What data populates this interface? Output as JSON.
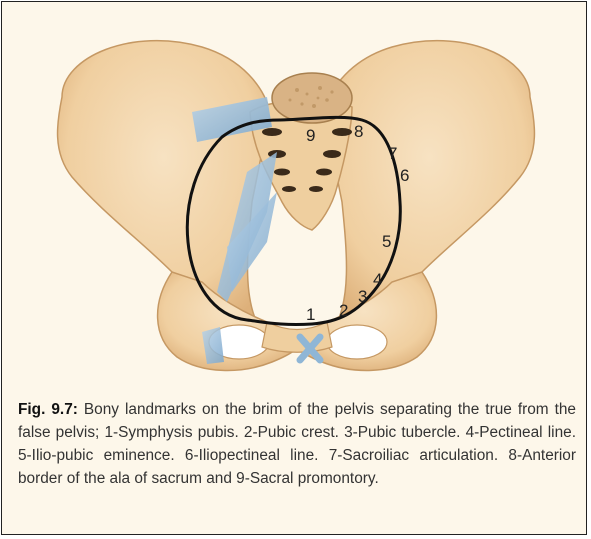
{
  "figure": {
    "caption_label": "Fig. 9.7:",
    "caption_text": " Bony landmarks on the brim of the pelvis separating the true from the false pelvis; 1-Symphysis pubis. 2-Pubic crest. 3-Pubic tubercle. 4-Pectineal line. 5-Ilio-pubic eminence. 6-Iliopectineal line. 7-Sacroiliac articulation. 8-Anterior border of the ala of sacrum and 9-Sacral promontory.",
    "landmark_numbers": [
      "1",
      "2",
      "3",
      "4",
      "5",
      "6",
      "7",
      "8",
      "9"
    ]
  },
  "colors": {
    "bone": "#f2d3a6",
    "bone_shadow": "#dcb27f",
    "ligament": "#8fb6d6",
    "outline": "#1a1a1a"
  }
}
